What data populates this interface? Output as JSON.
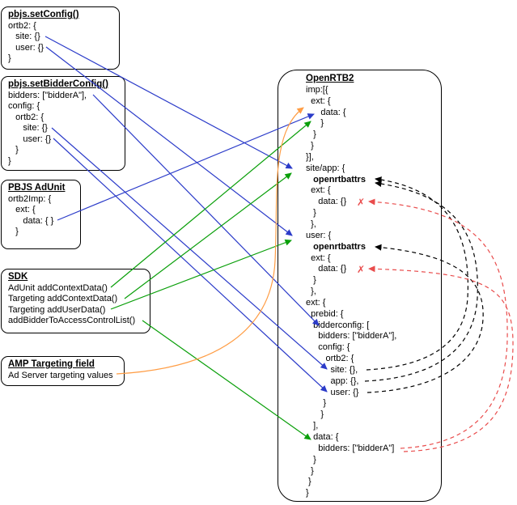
{
  "colors": {
    "arrow-blue": "#2b3bc9",
    "arrow-green": "#0a9f0a",
    "arrow-orange": "#ff9d45",
    "arrow-red": "#e94c4c",
    "arrow-black": "#000000"
  },
  "boxes": {
    "set_config": {
      "title": "pbjs.setConfig()",
      "lines": [
        "ortb2: {",
        "   site: {}",
        "   user: {}",
        "}"
      ]
    },
    "set_bidder_config": {
      "title": "pbjs.setBidderConfig()",
      "lines": [
        "bidders: [\"bidderA\"],",
        "config: {",
        "   ortb2: {",
        "      site: {}",
        "      user: {}",
        "   }",
        "}"
      ]
    },
    "adunit": {
      "title": "PBJS AdUnit",
      "lines": [
        "ortb2Imp: {",
        "   ext: {",
        "      data: { }",
        "   }"
      ]
    },
    "sdk": {
      "title": "SDK",
      "lines": [
        "AdUnit addContextData()",
        "Targeting addContextData()",
        "Targeting addUserData()",
        "addBidderToAccessControlList()"
      ]
    },
    "amp": {
      "title": "AMP Targeting field",
      "lines": [
        "Ad Server targeting values"
      ]
    },
    "openrtb2": {
      "title": "OpenRTB2",
      "lines": [
        "imp:[{",
        "  ext: {",
        "      data: {",
        "      }",
        "   }",
        "  }",
        "}],",
        "site/app: {",
        "   openrtbattrs",
        "  ext: {",
        "     data: {}",
        "   }",
        "  },",
        "user: {",
        "   openrtbattrs",
        "  ext: {",
        "     data: {}",
        "   }",
        "  },",
        "ext: {",
        "  prebid: {",
        "   bidderconfig: [",
        "     bidders: [\"bidderA\"],",
        "     config: {",
        "        ortb2: {",
        "          site: {},",
        "          app: {},",
        "          user: {}",
        "       }",
        "      }",
        "   ],",
        "   data: {",
        "     bidders: [\"bidderA\"]",
        "   }",
        "  }",
        " }",
        "}"
      ]
    }
  },
  "marks": {
    "rejected": "✗"
  },
  "connections": [
    {
      "from": "pbjs.setConfig ortb2.site",
      "to": "OpenRTB2 site/app",
      "color": "blue",
      "style": "solid"
    },
    {
      "from": "pbjs.setConfig ortb2.user",
      "to": "OpenRTB2 user",
      "color": "blue",
      "style": "solid"
    },
    {
      "from": "pbjs.setBidderConfig bidders",
      "to": "ext.prebid.bidderconfig",
      "color": "blue",
      "style": "solid"
    },
    {
      "from": "pbjs.setBidderConfig ortb2.site",
      "to": "ext.prebid.bidderconfig ortb2.site",
      "color": "blue",
      "style": "solid"
    },
    {
      "from": "pbjs.setBidderConfig ortb2.user",
      "to": "ext.prebid.bidderconfig ortb2.user",
      "color": "blue",
      "style": "solid"
    },
    {
      "from": "PBJS AdUnit ortb2Imp.ext.data",
      "to": "imp[].ext.data",
      "color": "blue",
      "style": "solid"
    },
    {
      "from": "SDK AdUnit addContextData()",
      "to": "imp[].ext.data",
      "color": "green",
      "style": "solid"
    },
    {
      "from": "SDK Targeting addContextData()",
      "to": "OpenRTB2 site/app",
      "color": "green",
      "style": "solid"
    },
    {
      "from": "SDK Targeting addUserData()",
      "to": "OpenRTB2 user",
      "color": "green",
      "style": "solid"
    },
    {
      "from": "SDK addBidderToAccessControlList()",
      "to": "ext.prebid.data",
      "color": "green",
      "style": "solid"
    },
    {
      "from": "AMP Targeting field",
      "to": "imp[].ext.data",
      "color": "orange",
      "style": "solid"
    },
    {
      "from": "ext.prebid.bidderconfig ortb2.site",
      "to": "site/app openrtbattrs",
      "color": "black",
      "style": "dashed"
    },
    {
      "from": "ext.prebid.bidderconfig ortb2.app",
      "to": "site/app openrtbattrs",
      "color": "black",
      "style": "dashed"
    },
    {
      "from": "ext.prebid.bidderconfig ortb2.user",
      "to": "user openrtbattrs",
      "color": "black",
      "style": "dashed"
    },
    {
      "from": "ext.prebid.data bidders",
      "to": "site/app ext.data blocked",
      "color": "red",
      "style": "dashed"
    },
    {
      "from": "ext.prebid.data bidders",
      "to": "user ext.data blocked",
      "color": "red",
      "style": "dashed"
    }
  ]
}
